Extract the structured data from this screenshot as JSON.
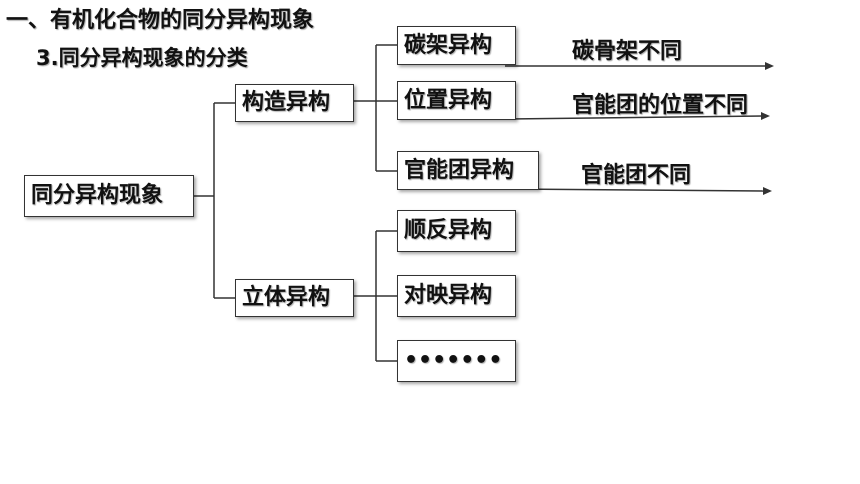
{
  "heading": {
    "title": "一、有机化合物的同分异构现象",
    "subtitle": "3.同分异构现象的分类"
  },
  "diagram": {
    "root": "同分异构现象",
    "structural": {
      "label": "构造异构",
      "children": [
        {
          "label": "碳架异构",
          "desc": "碳骨架不同"
        },
        {
          "label": "位置异构",
          "desc": "官能团的位置不同"
        },
        {
          "label": "官能团异构",
          "desc": "官能团不同"
        }
      ]
    },
    "stereo": {
      "label": "立体异构",
      "children": [
        {
          "label": "顺反异构"
        },
        {
          "label": "对映异构"
        },
        {
          "label": "•••••••"
        }
      ]
    }
  },
  "colors": {
    "line": "#333333",
    "text": "#111111",
    "background": "#ffffff"
  }
}
